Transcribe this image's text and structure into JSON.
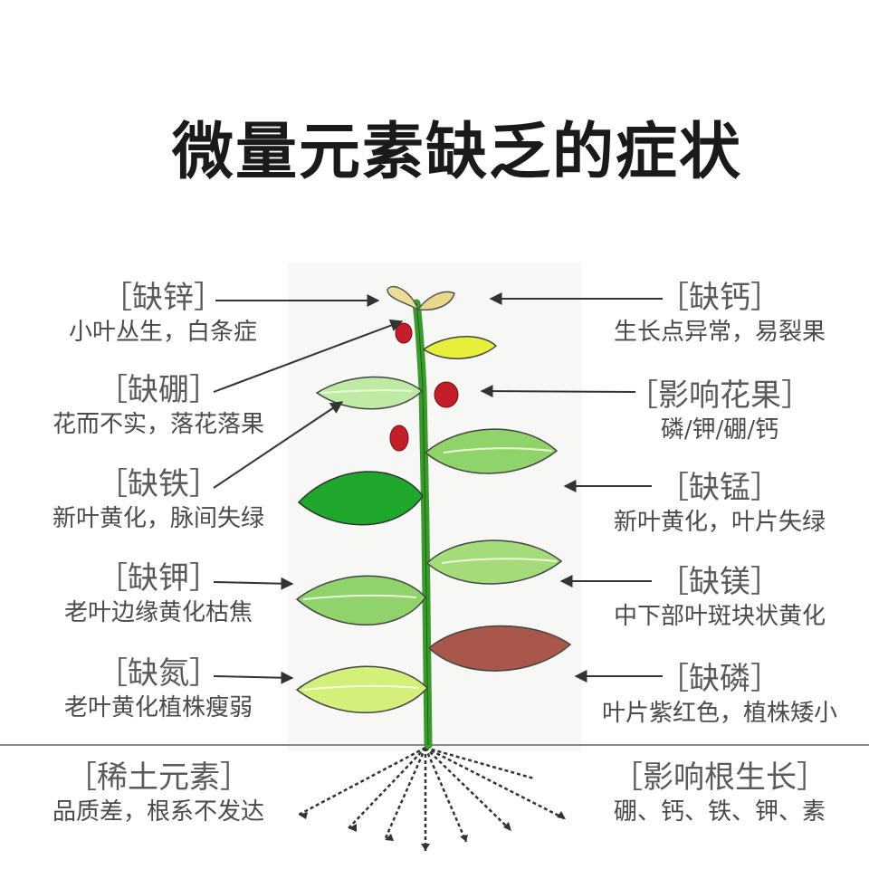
{
  "title": "微量元素缺乏的症状",
  "colors": {
    "stem": "#3a9b2c",
    "leaf_light": "#bfeaa6",
    "leaf_mid": "#8fd36a",
    "leaf_dark": "#1ea82b",
    "leaf_yellow": "#e6ef3a",
    "leaf_yellow_green": "#d3f07a",
    "leaf_purple": "#a8574a",
    "fruit": "#c41e2a",
    "bud": "#eedd99",
    "line": "#333333"
  },
  "left_labels": [
    {
      "id": "zn",
      "head": "［缺锌］",
      "desc": "小叶丛生，白条症"
    },
    {
      "id": "b",
      "head": "［缺硼］",
      "desc": "花而不实，落花落果"
    },
    {
      "id": "fe",
      "head": "［缺铁］",
      "desc": "新叶黄化，脉间失绿"
    },
    {
      "id": "k",
      "head": "［缺钾］",
      "desc": "老叶边缘黄化枯焦"
    },
    {
      "id": "n",
      "head": "［缺氮］",
      "desc": "老叶黄化植株瘦弱"
    },
    {
      "id": "ree",
      "head": "［稀土元素］",
      "desc": "品质差，根系不发达"
    }
  ],
  "right_labels": [
    {
      "id": "ca",
      "head": "［缺钙］",
      "desc": "生长点异常，易裂果"
    },
    {
      "id": "fruit",
      "head": "［影响花果］",
      "desc": "磷/钾/硼/钙"
    },
    {
      "id": "mn",
      "head": "［缺锰］",
      "desc": "新叶黄化，叶片失绿"
    },
    {
      "id": "mg",
      "head": "［缺镁］",
      "desc": "中下部叶斑块状黄化"
    },
    {
      "id": "p",
      "head": "［缺磷］",
      "desc": "叶片紫红色，植株矮小"
    },
    {
      "id": "root",
      "head": "［影响根生长］",
      "desc": "硼、钙、铁、钾、素"
    }
  ],
  "icons": {
    "plant": "plant-illustration",
    "roots": "roots-illustration"
  }
}
